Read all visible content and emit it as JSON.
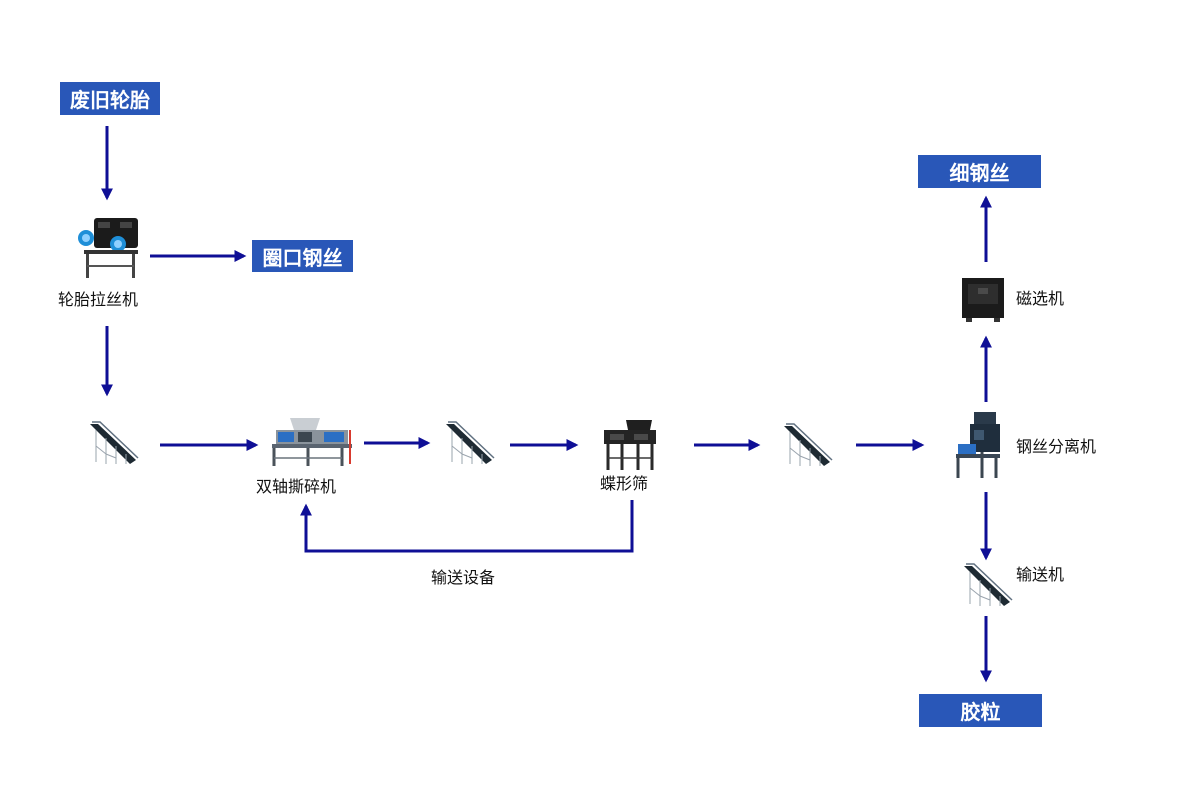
{
  "colors": {
    "box_fill": "#2957b8",
    "arrow": "#0f0f96",
    "label_text": "#111111"
  },
  "boxes": {
    "waste_tire": "废旧轮胎",
    "bead_wire": "圈口钢丝",
    "fine_wire": "细钢丝",
    "rubber_granule": "胶粒"
  },
  "labels": {
    "tire_wire_puller": "轮胎拉丝机",
    "double_shaft_shredder": "双轴撕碎机",
    "butterfly_screen": "蝶形筛",
    "conveying_equipment": "输送设备",
    "wire_separator": "钢丝分离机",
    "magnetic_separator": "磁选机",
    "conveyor": "输送机"
  },
  "icons": [
    "tire-wire-puller-icon",
    "conveyor-icon",
    "double-shaft-shredder-icon",
    "butterfly-screen-icon",
    "wire-separator-icon",
    "magnetic-separator-icon"
  ]
}
